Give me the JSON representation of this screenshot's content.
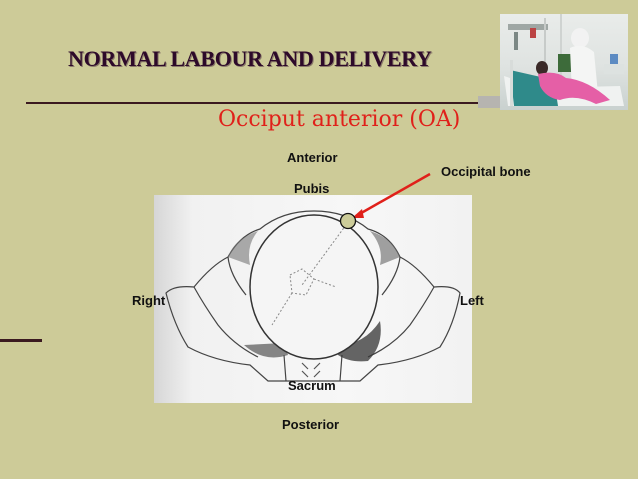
{
  "slide": {
    "title": "NORMAL LABOUR AND DELIVERY",
    "subtitle": "Occiput anterior (OA)"
  },
  "photo": {
    "description": "nurse attending to a patient on a hospital bed"
  },
  "diagram": {
    "description": "pelvis viewed from below with fetal head in occiput anterior position",
    "labels": {
      "anterior": "Anterior",
      "pubis": "Pubis",
      "occipital_bone": "Occipital bone",
      "right": "Right",
      "left": "Left",
      "sacrum": "Sacrum",
      "posterior": "Posterior"
    },
    "marker": {
      "shape": "circle",
      "fill": "#cccc99"
    },
    "arrow_color": "#e0201a"
  },
  "colors": {
    "background": "#cdcb98",
    "title": "#2d0a2a",
    "subtitle": "#e0201a",
    "rule": "#3b1a20"
  }
}
